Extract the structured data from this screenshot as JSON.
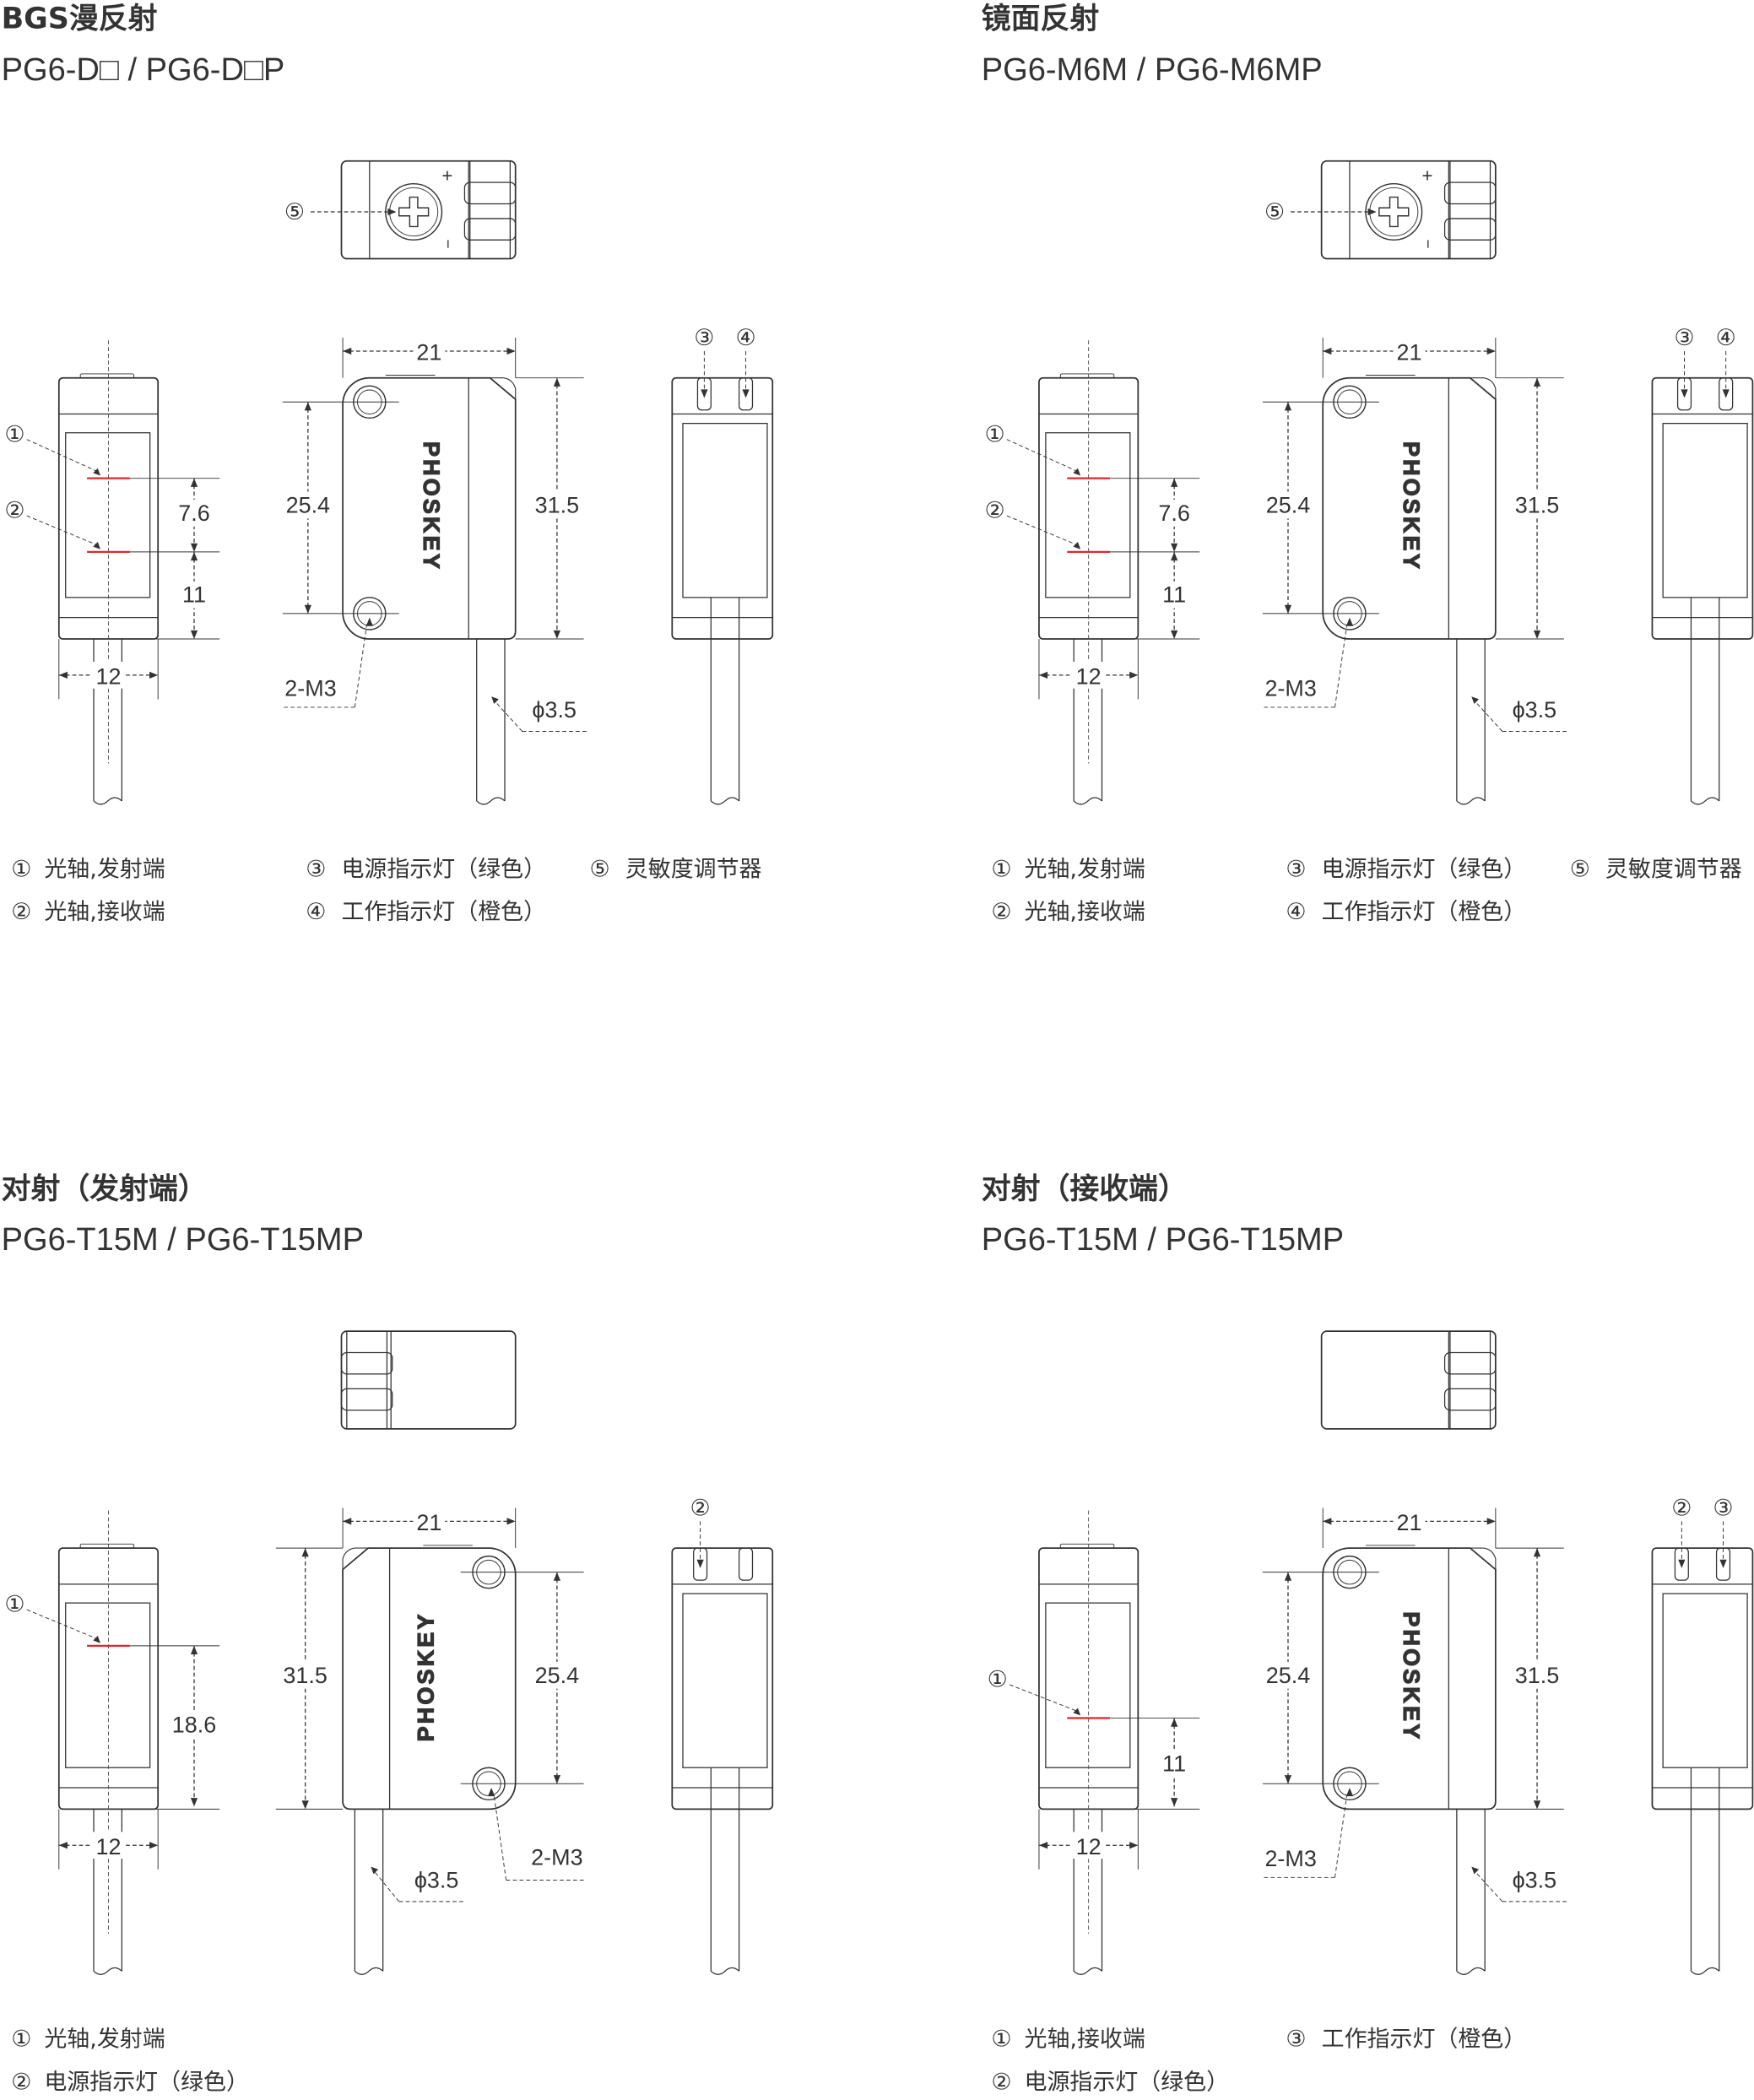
{
  "panels": [
    {
      "title": "BGS漫反射",
      "subtitle": "PG6-D□ / PG6-D□P",
      "logo": "PHOSKEY",
      "top_callout": "⑤",
      "top_marks": {
        "plus": "+",
        "minus": "−"
      },
      "front_callouts": [
        "①",
        "②"
      ],
      "front_dims": [
        "7.6",
        "11"
      ],
      "depth": "12",
      "width": "21",
      "hole_pitch": "25.4",
      "height": "31.5",
      "screw": "2-M3",
      "cable": "ϕ3.5",
      "side_callouts": [
        "③",
        "④"
      ],
      "legend": [
        {
          "num": "①",
          "text": "光轴,发射端"
        },
        {
          "num": "②",
          "text": "光轴,接收端"
        },
        {
          "num": "③",
          "text": "电源指示灯（绿色）"
        },
        {
          "num": "④",
          "text": "工作指示灯（橙色）"
        },
        {
          "num": "⑤",
          "text": "灵敏度调节器"
        }
      ]
    },
    {
      "title": "镜面反射",
      "subtitle": "PG6-M6M / PG6-M6MP",
      "logo": "PHOSKEY",
      "top_callout": "⑤",
      "top_marks": {
        "plus": "+",
        "minus": "−"
      },
      "front_callouts": [
        "①",
        "②"
      ],
      "front_dims": [
        "7.6",
        "11"
      ],
      "depth": "12",
      "width": "21",
      "hole_pitch": "25.4",
      "height": "31.5",
      "screw": "2-M3",
      "cable": "ϕ3.5",
      "side_callouts": [
        "③",
        "④"
      ],
      "legend": [
        {
          "num": "①",
          "text": "光轴,发射端"
        },
        {
          "num": "②",
          "text": "光轴,接收端"
        },
        {
          "num": "③",
          "text": "电源指示灯（绿色）"
        },
        {
          "num": "④",
          "text": "工作指示灯（橙色）"
        },
        {
          "num": "⑤",
          "text": "灵敏度调节器"
        }
      ]
    },
    {
      "title": "对射（发射端）",
      "subtitle": "PG6-T15M / PG6-T15MP",
      "logo": "PHOSKEY",
      "front_callouts": [
        "①"
      ],
      "front_dims": [
        "18.6"
      ],
      "depth": "12",
      "width": "21",
      "hole_pitch": "25.4",
      "height": "31.5",
      "screw": "2-M3",
      "cable": "ϕ3.5",
      "side_callouts": [
        "②"
      ],
      "legend": [
        {
          "num": "①",
          "text": "光轴,发射端"
        },
        {
          "num": "②",
          "text": "电源指示灯（绿色）"
        }
      ]
    },
    {
      "title": "对射（接收端）",
      "subtitle": "PG6-T15M / PG6-T15MP",
      "logo": "PHOSKEY",
      "front_callouts": [
        "①"
      ],
      "front_dims": [
        "11"
      ],
      "depth": "12",
      "width": "21",
      "hole_pitch": "25.4",
      "height": "31.5",
      "screw": "2-M3",
      "cable": "ϕ3.5",
      "side_callouts": [
        "②",
        "③"
      ],
      "legend": [
        {
          "num": "①",
          "text": "光轴,接收端"
        },
        {
          "num": "②",
          "text": "电源指示灯（绿色）"
        },
        {
          "num": "③",
          "text": "工作指示灯（橙色）"
        }
      ]
    }
  ],
  "colors": {
    "line": "#333333",
    "axis": "#e0262b",
    "bg": "#ffffff"
  }
}
